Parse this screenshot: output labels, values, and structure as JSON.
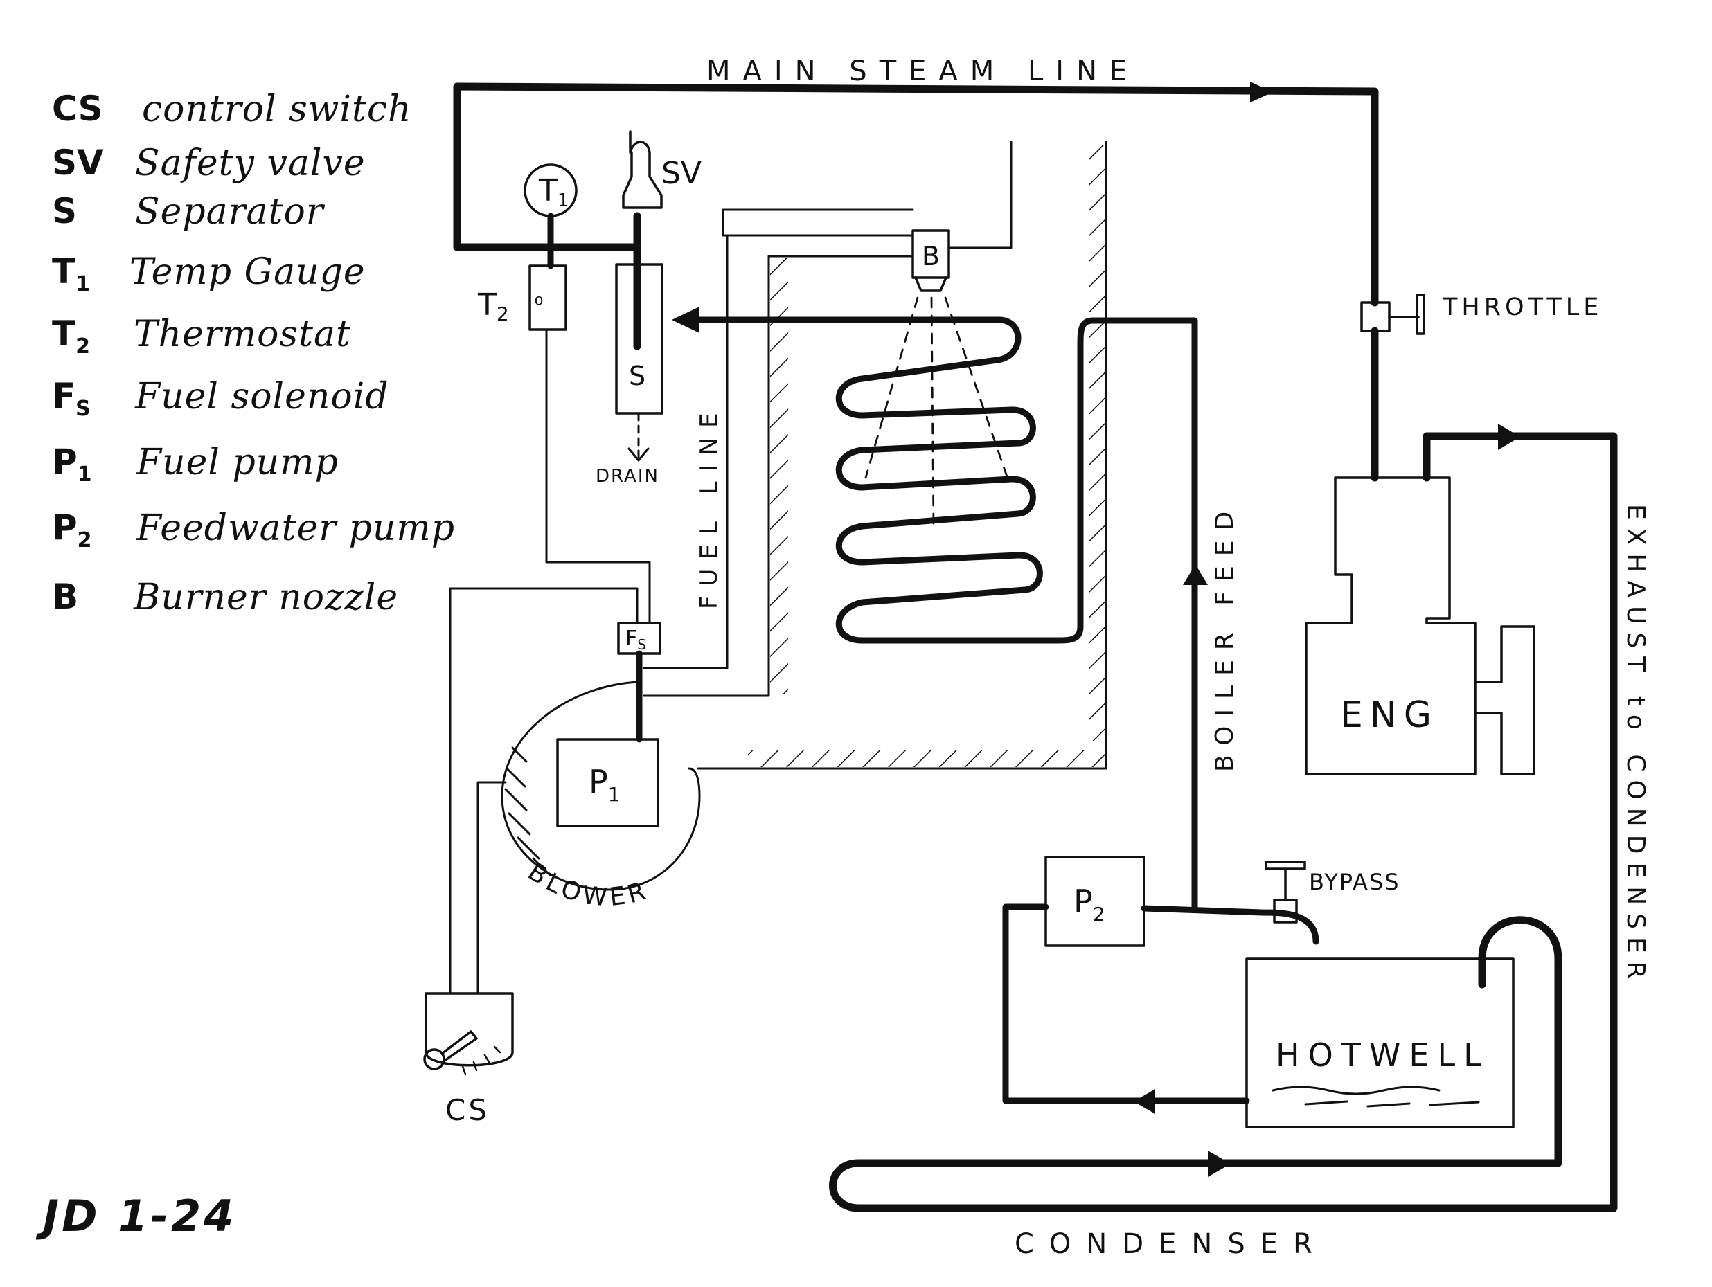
{
  "legend": [
    {
      "code": "CS",
      "sub": "",
      "description": "control switch"
    },
    {
      "code": "SV",
      "sub": "",
      "description": "Safety valve"
    },
    {
      "code": "S",
      "sub": "",
      "description": "Separator"
    },
    {
      "code": "T",
      "sub": "1",
      "description": "Temp Gauge"
    },
    {
      "code": "T",
      "sub": "2",
      "description": "Thermostat"
    },
    {
      "code": "F",
      "sub": "S",
      "description": "Fuel solenoid"
    },
    {
      "code": "P",
      "sub": "1",
      "description": "Fuel pump"
    },
    {
      "code": "P",
      "sub": "2",
      "description": "Feedwater pump"
    },
    {
      "code": "B",
      "sub": "",
      "description": "Burner nozzle"
    }
  ],
  "labels": {
    "main_steam_line": "MAIN STEAM LINE",
    "throttle": "THROTTLE",
    "exhaust_to_condenser": "EXHAUST to CONDENSER",
    "boiler_feed": "BOILER FEED",
    "fuel_line": "FUEL LINE",
    "drain": "DRAIN",
    "blower": "BLOWER",
    "bypass": "BYPASS",
    "hotwell": "HOTWELL",
    "condenser": "CONDENSER",
    "engine": "ENG",
    "sv": "SV",
    "separator": "S",
    "t1": "T",
    "t1_sub": "1",
    "t2": "T",
    "t2_sub": "2",
    "burner": "B",
    "fs": "F",
    "fs_sub": "S",
    "p1": "P",
    "p1_sub": "1",
    "p2": "P",
    "p2_sub": "2",
    "cs": "CS"
  },
  "drawing_id": "JD 1-24",
  "colors": {
    "ink": "#111111",
    "background": "#ffffff"
  }
}
